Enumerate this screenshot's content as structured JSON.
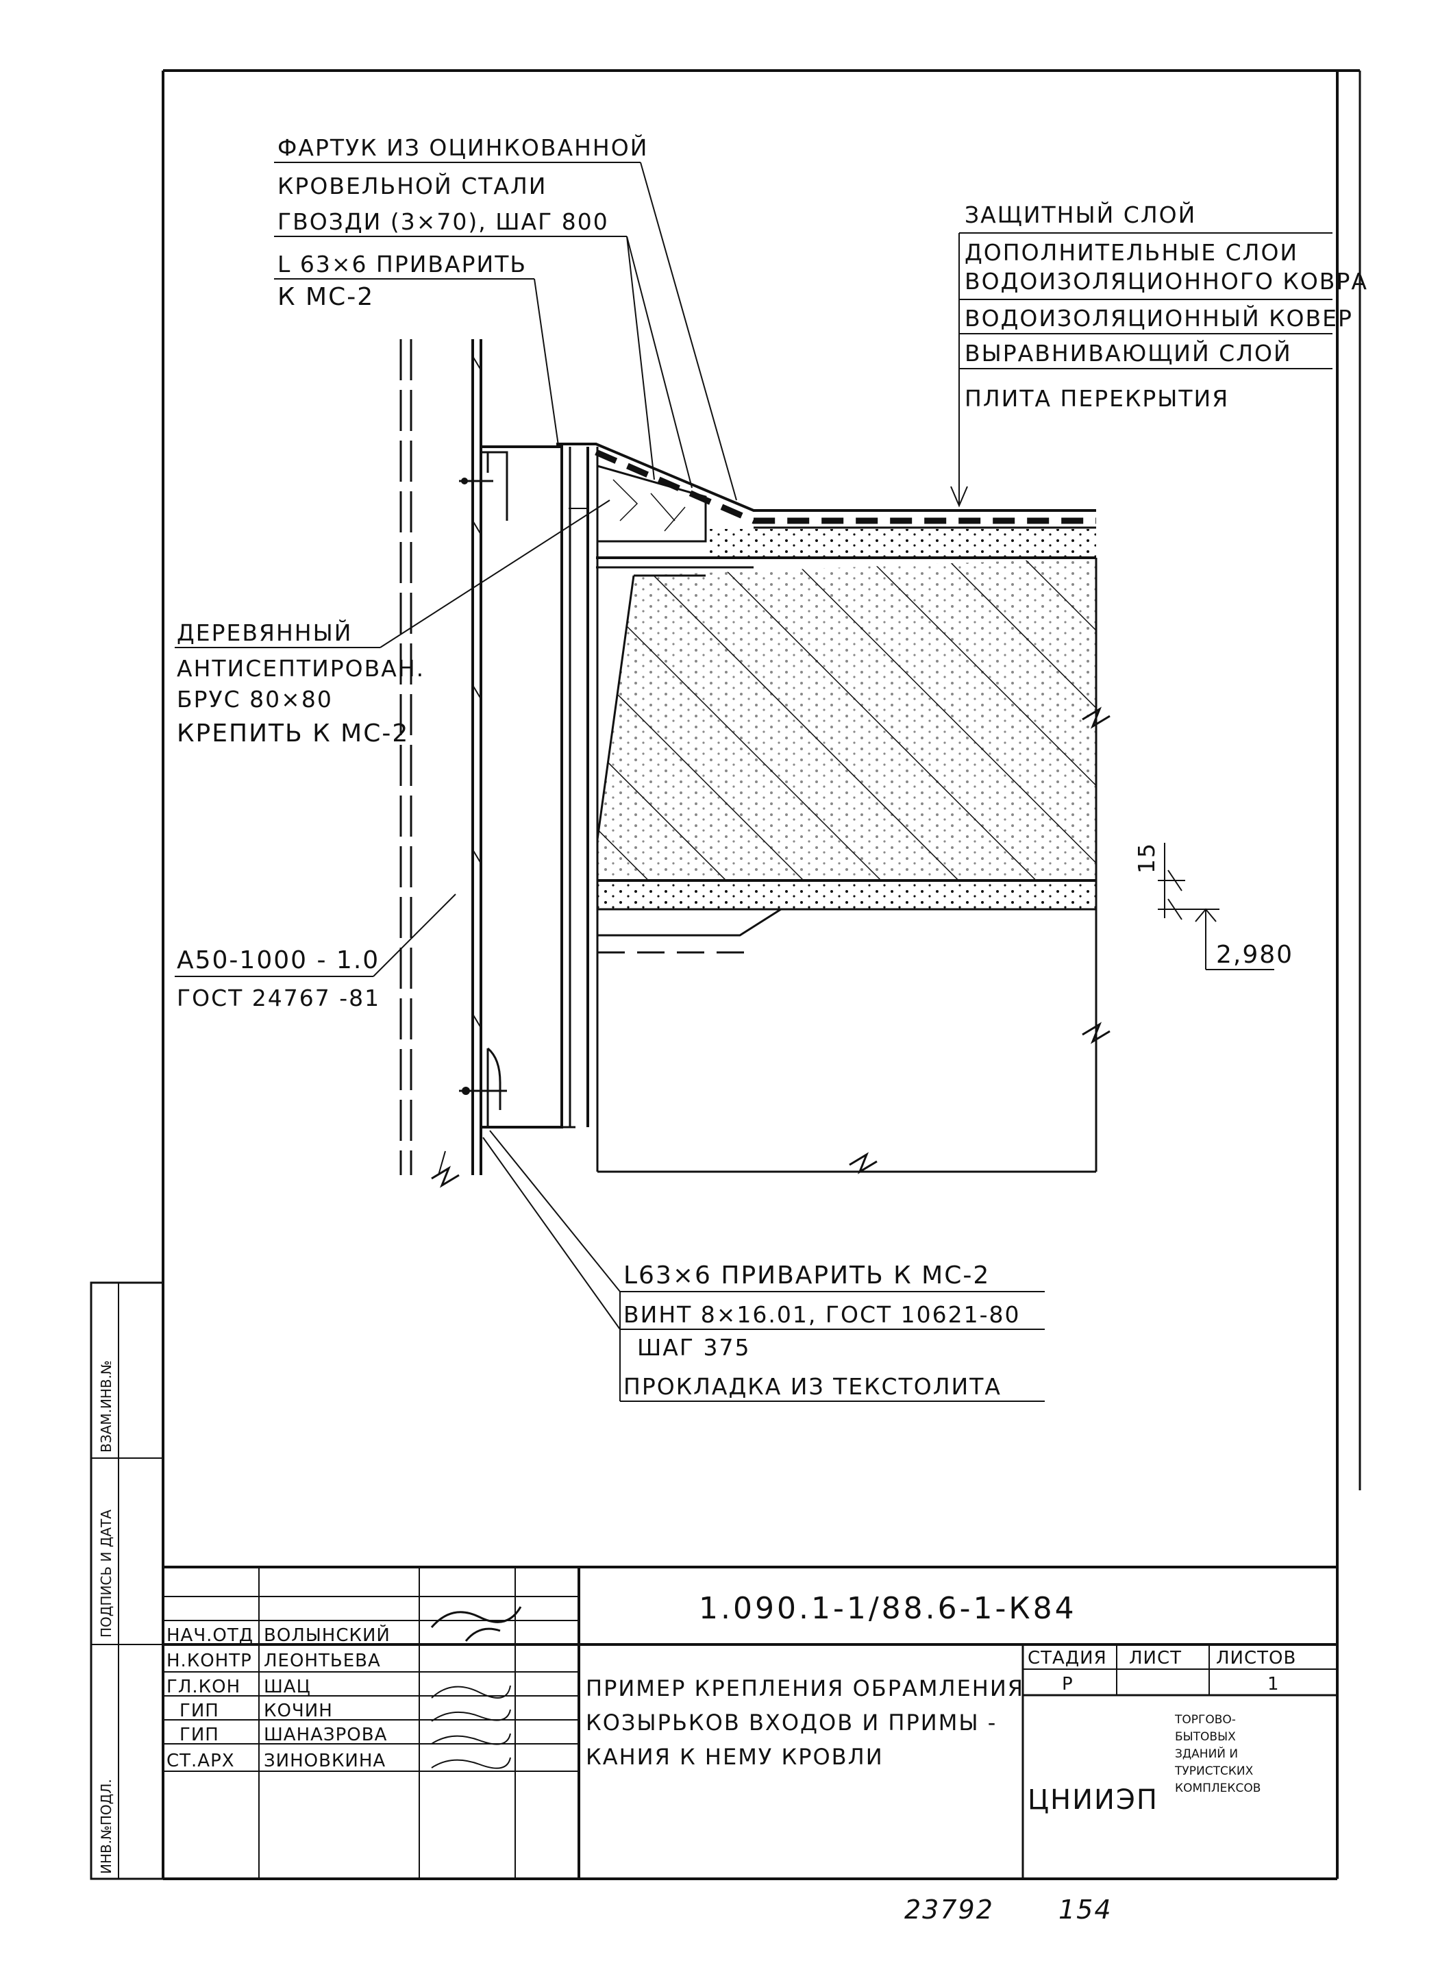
{
  "labels": {
    "apron_line1": "ФАРТУК ИЗ ОЦИНКОВАННОЙ",
    "apron_line2": "КРОВЕЛЬНОЙ СТАЛИ",
    "nails": "ГВОЗДИ (3×70), ШАГ 800",
    "angle_top_line1": "L 63×6 ПРИВАРИТЬ",
    "angle_top_line2": "К МС-2",
    "roof_layers": [
      "ЗАЩИТНЫЙ СЛОЙ",
      "ДОПОЛНИТЕЛЬНЫЕ СЛОИ",
      "ВОДОИЗОЛЯЦИОННОГО КОВРА",
      "ВОДОИЗОЛЯЦИОННЫЙ КОВЕР",
      "ВЫРАВНИВАЮЩИЙ СЛОЙ",
      "ПЛИТА ПЕРЕКРЫТИЯ"
    ],
    "wood_lines": [
      "ДЕРЕВЯННЫЙ",
      "АНТИСЕПТИРОВАН.",
      "БРУС 80×80",
      "КРЕПИТЬ К МС-2"
    ],
    "panel_line1": "А50-1000 - 1.0",
    "panel_line2": "ГОСТ 24767 -81",
    "dim_15": "15",
    "elevation": "2,980",
    "bottom_lines": [
      "L63×6 ПРИВАРИТЬ К МС-2",
      "ВИНТ 8×16.01, ГОСТ 10621-80",
      "ШАГ 375",
      "ПРОКЛАДКА ИЗ ТЕКСТОЛИТА"
    ]
  },
  "side_stamp": {
    "vzam": "ВЗАМ.ИНВ.№",
    "podpis": "ПОДПИСЬ И ДАТА",
    "inv": "ИНВ.№ПОДЛ."
  },
  "title_block": {
    "code": "1.090.1-1/88.6-1-К84",
    "title_lines": [
      "ПРИМЕР КРЕПЛЕНИЯ ОБРАМЛЕНИЯ",
      "КОЗЫРЬКОВ ВХОДОВ И ПРИМЫ -",
      "КАНИЯ К НЕМУ КРОВЛИ"
    ],
    "people": [
      {
        "role": "НАЧ.ОТД",
        "name": "ВОЛЫНСКИЙ"
      },
      {
        "role": "Н.КОНТР",
        "name": "ЛЕОНТЬЕВА"
      },
      {
        "role": "ГЛ.КОН",
        "name": "ШАЦ"
      },
      {
        "role": "ГИП",
        "name": "КОЧИН"
      },
      {
        "role": "ГИП",
        "name": "ШАНАЗРОВА"
      },
      {
        "role": "СТ.АРХ",
        "name": "ЗИНОВКИНА"
      }
    ],
    "stage_header": "СТАДИЯ",
    "sheet_header": "ЛИСТ",
    "sheets_header": "ЛИСТОВ",
    "stage": "Р",
    "sheets": "1",
    "org": "ЦНИИЭП",
    "org_desc": [
      "ТОРГОВО-",
      "БЫТОВЫХ",
      "ЗДАНИЙ И",
      "ТУРИСТСКИХ",
      "КОМПЛЕКСОВ"
    ]
  },
  "footer": {
    "number_left": "23792",
    "number_right": "154"
  }
}
